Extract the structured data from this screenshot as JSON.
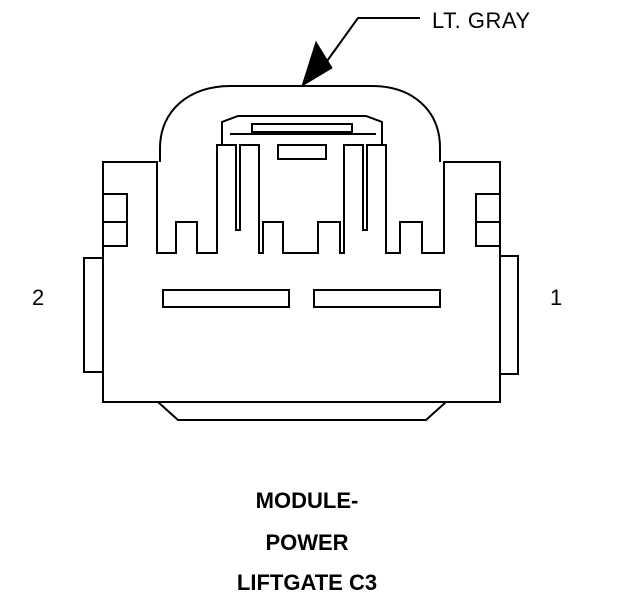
{
  "callout": {
    "color_label": "LT. GRAY"
  },
  "pins": {
    "left": "2",
    "right": "1"
  },
  "caption": {
    "line1": "MODULE-",
    "line2": "POWER",
    "line3": "LIFTGATE C3"
  }
}
